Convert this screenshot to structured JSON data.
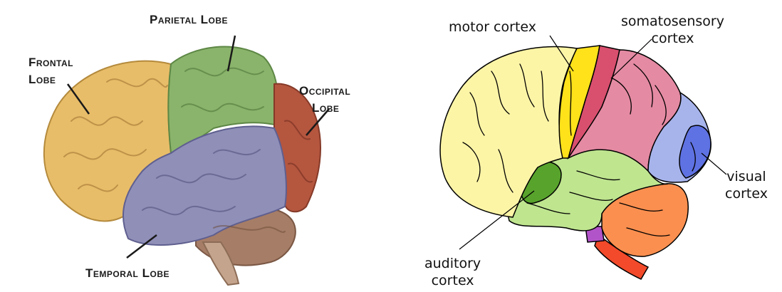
{
  "left_diagram": {
    "labels": {
      "frontal": [
        "Frontal",
        "Lobe"
      ],
      "parietal": "Parietal Lobe",
      "occipital": [
        "Occipital",
        "Lobe"
      ],
      "temporal": "Temporal Lobe"
    },
    "colors": {
      "frontal": "#e8bd69",
      "parietal": "#8ab46b",
      "occipital": "#b5563f",
      "temporal": "#8f8fb8",
      "cerebellum": "#a67d66"
    }
  },
  "right_diagram": {
    "labels": {
      "motor": "motor cortex",
      "somatosensory": [
        "somatosensory",
        "cortex"
      ],
      "visual": [
        "visual",
        "cortex"
      ],
      "auditory": [
        "auditory",
        "cortex"
      ]
    },
    "colors": {
      "frontal": "#fdf5a6",
      "motor": "#ffe21a",
      "somatosensory": "#d94f6e",
      "parietal": "#e58aa3",
      "visual_outer": "#a7b4ec",
      "visual": "#5f72e3",
      "temporal": "#bfe58f",
      "auditory": "#58a32c",
      "cerebellum": "#fb8f4f",
      "brainstem": "#f24a2a",
      "pons": "#b254c9"
    }
  }
}
